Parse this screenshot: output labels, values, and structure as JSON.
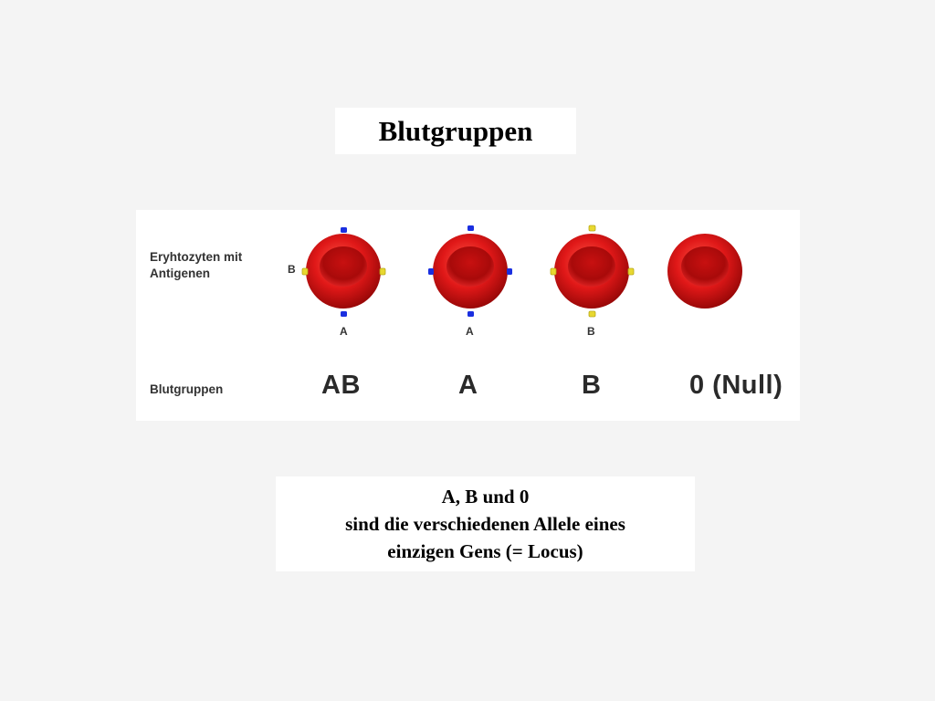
{
  "title": "Blutgruppen",
  "diagram": {
    "row_labels": {
      "erythrocytes": [
        "Eryhtozyten mit",
        "Antigenen"
      ],
      "blood_groups": "Blutgruppen"
    },
    "cells": [
      {
        "group": "AB",
        "antigens": [
          "A",
          "B"
        ],
        "top_antigen": "A",
        "side_antigen": "B",
        "bottom_label": "A",
        "left_label": "B"
      },
      {
        "group": "A",
        "antigens": [
          "A"
        ],
        "bottom_label": "A"
      },
      {
        "group": "B",
        "antigens": [
          "B"
        ],
        "bottom_label": "B"
      },
      {
        "group": "0 (Null)",
        "antigens": []
      }
    ],
    "colors": {
      "cell": "#d61a1a",
      "antigen_a": "#1a2fe0",
      "antigen_b": "#e8d830"
    }
  },
  "caption": {
    "line1": "A, B und 0",
    "line2": "sind die verschiedenen Allele eines",
    "line3": "einzigen Gens (= Locus)"
  }
}
